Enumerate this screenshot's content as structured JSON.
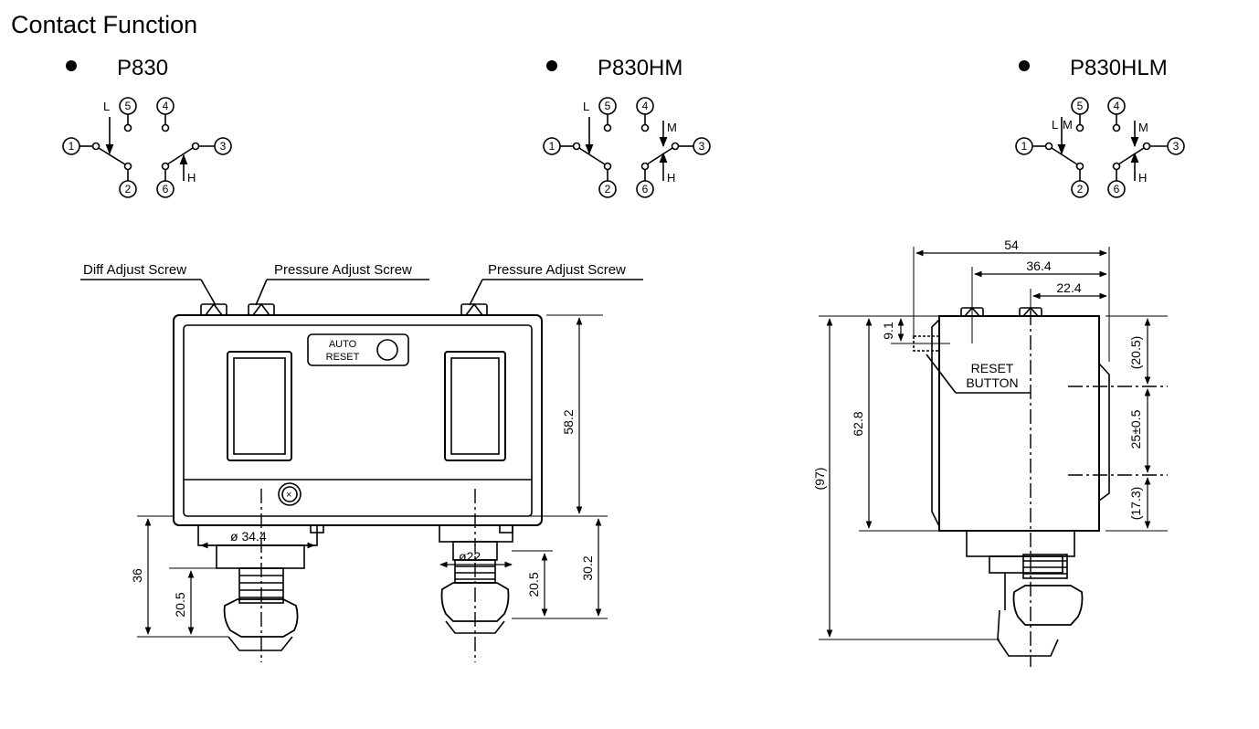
{
  "heading": "Contact Function",
  "variants": [
    {
      "name": "P830",
      "side_letters": [
        "L",
        "H"
      ]
    },
    {
      "name": "P830HM",
      "side_letters": [
        "L",
        "M",
        "H"
      ]
    },
    {
      "name": "P830HLM",
      "side_letters": [
        "L",
        "M",
        "M",
        "H"
      ]
    }
  ],
  "terminals": [
    "1",
    "2",
    "3",
    "4",
    "5",
    "6"
  ],
  "front_view": {
    "callouts": {
      "diff_adjust": "Diff Adjust Screw",
      "pressure_adjust_1": "Pressure Adjust Screw",
      "pressure_adjust_2": "Pressure Adjust Screw"
    },
    "auto_reset_line1": "AUTO",
    "auto_reset_line2": "RESET",
    "dims": {
      "height_body": "58.2",
      "dia_left": "ø 34.4",
      "dia_right": "ø22",
      "left_36": "36",
      "left_20_5": "20.5",
      "right_20_5": "20.5",
      "right_30_2": "30.2"
    }
  },
  "side_view": {
    "reset_line1": "RESET",
    "reset_line2": "BUTTON",
    "dims": {
      "w54": "54",
      "w36_4": "36.4",
      "w22_4": "22.4",
      "h9_1": "9.1",
      "h62_8": "62.8",
      "h97": "(97)",
      "h20_5": "(20.5)",
      "h25": "25±0.5",
      "h17_3": "(17.3)"
    }
  }
}
